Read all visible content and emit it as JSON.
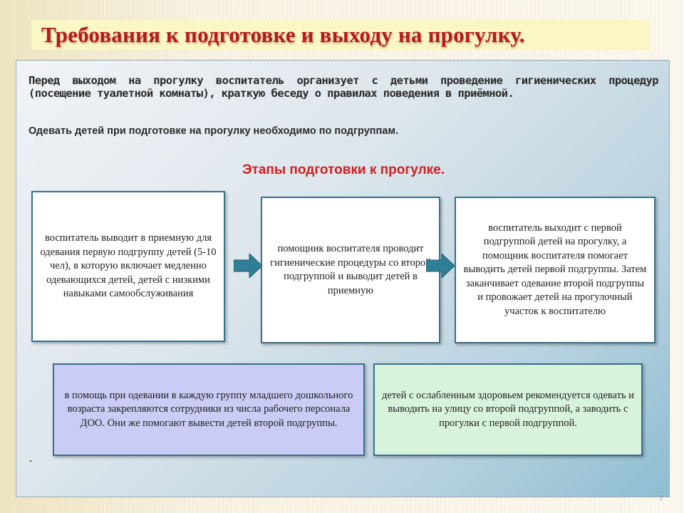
{
  "slide": {
    "title": "Требования к подготовке и выходу на  прогулку.",
    "intro": "Перед выходом на прогулку воспитатель организует с детьми проведение гигиенических процедур (посещение туалетной комнаты), краткую беседу о правилах поведения в приёмной.",
    "intro2": "Одевать детей при подготовке на прогулку необходимо по подгруппам.",
    "stages_heading": "Этапы подготовки к прогулке.",
    "stages": [
      {
        "text": "воспитатель выводит в приемную для одевания первую подгруппу детей (5-10 чел), в которую включает медленно одевающихся детей, детей с низкими навыками самообслуживания"
      },
      {
        "text": "помощник воспитателя проводит гигиенические процедуры со второй подгруппой и выводит детей в приемную"
      },
      {
        "text": "воспитатель выходит с первой подгруппой детей на прогулку, а помощник воспитателя помогает выводить детей первой подгруппы. Затем заканчивает одевание второй подгруппы и провожает детей на прогулочный участок к воспитателю"
      }
    ],
    "notes": [
      {
        "text": "в помощь при одевании в каждую группу младшего дошкольного возраста  закрепляются сотрудники из числа рабочего персонала ДОО. Они же помогают вывести детей второй подгруппы."
      },
      {
        "text": "детей с ослабленным здоровьем рекомендуется одевать и выводить на улицу со второй подгруппой, а заводить  с прогулки с первой подгруппой."
      }
    ],
    "page_number": "7"
  },
  "colors": {
    "title": "#b51b1b",
    "stages_heading": "#d21f1f",
    "box_border": "#3b6f8a",
    "arrow": "#2e7f95",
    "note_lavender": "#c9ccf4",
    "note_green": "#d8f3dc"
  },
  "icons": [
    "arrow-right-icon",
    "arrow-right-icon"
  ]
}
